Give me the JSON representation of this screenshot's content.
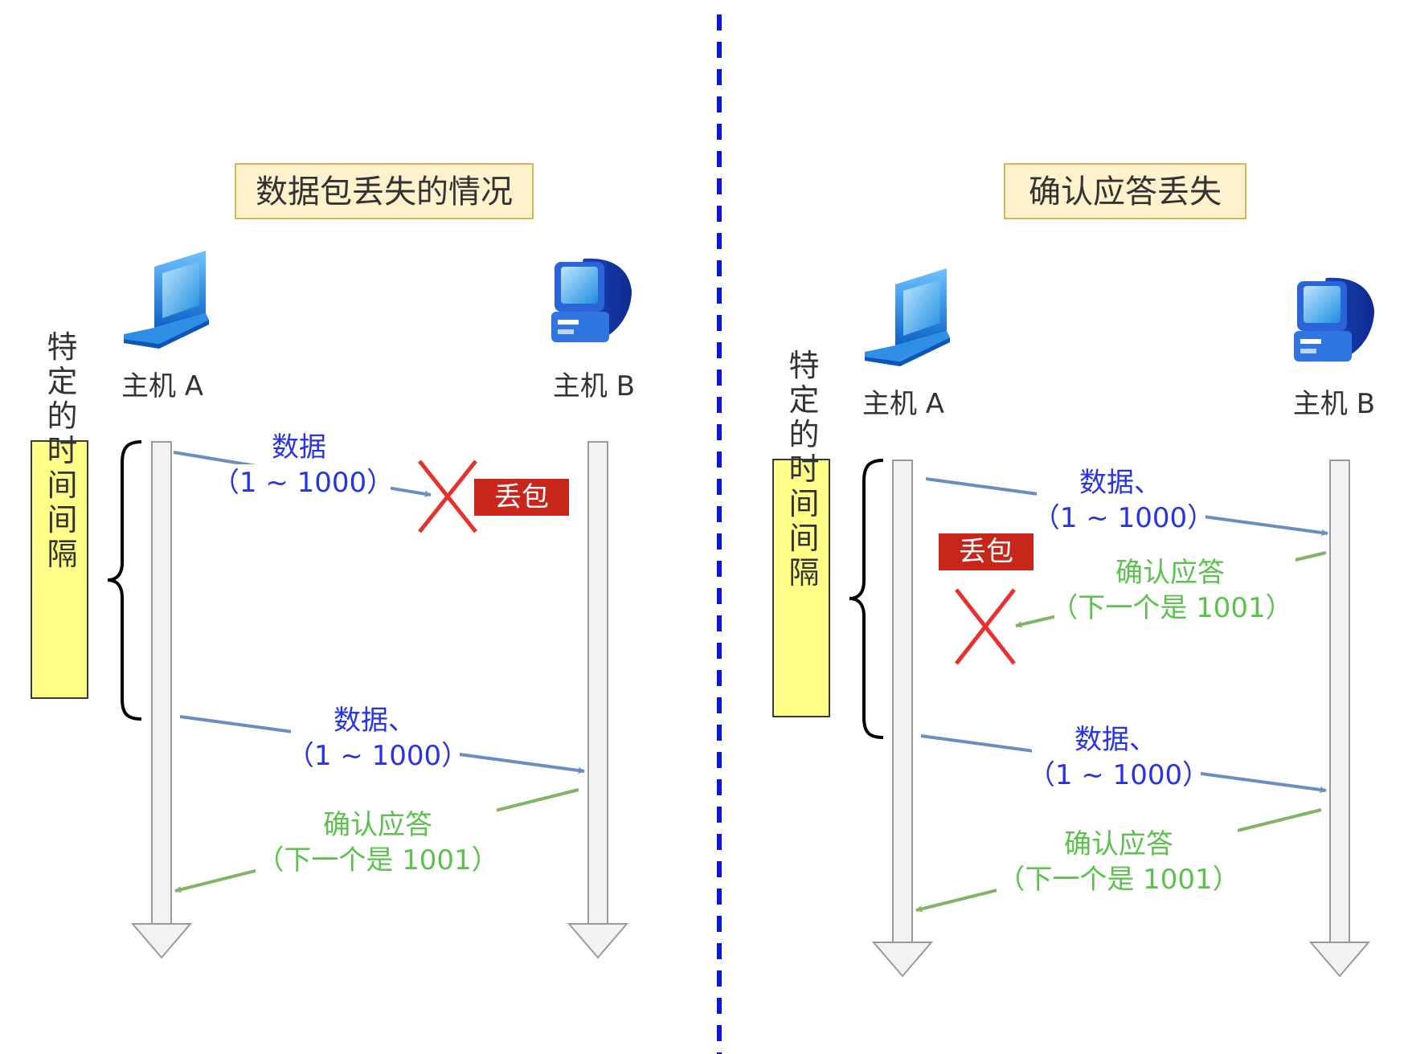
{
  "left": {
    "title": "数据包丢失的情况",
    "host_a": "主机 A",
    "host_b": "主机 B",
    "interval_label": "特定的时间间隔",
    "lost_data_label": "数据",
    "lost_data_range": "（1 ~ 1000）",
    "loss_badge": "丢包",
    "retrans_data_label": "数据、",
    "retrans_data_range": "（1 ~ 1000）",
    "ack_label": "确认应答",
    "ack_next": "（下一个是 1001）"
  },
  "right": {
    "title": "确认应答丢失",
    "host_a": "主机 A",
    "host_b": "主机 B",
    "interval_label": "特定的时间间隔",
    "data_label": "数据、",
    "data_range": "（1 ~ 1000）",
    "loss_badge": "丢包",
    "lost_ack_label": "确认应答",
    "lost_ack_next": "（下一个是 1001）",
    "retrans_data_label": "数据、",
    "retrans_data_range": "（1 ~ 1000）",
    "ack_label": "确认应答",
    "ack_next": "（下一个是 1001）"
  },
  "colors": {
    "data_arrow": "#6c8ebf",
    "ack_arrow": "#82b366",
    "data_text": "#2733e6",
    "ack_text": "#5cc24d",
    "loss_cross": "#e8312f",
    "loss_badge": "#c9261b",
    "title_fill": "#fff2cc",
    "title_stroke": "#d6b656",
    "interval_fill": "#ffff88",
    "divider": "#0a17d9"
  },
  "icons": {
    "host_a": "laptop-icon",
    "host_b": "desktop-computer-icon"
  }
}
